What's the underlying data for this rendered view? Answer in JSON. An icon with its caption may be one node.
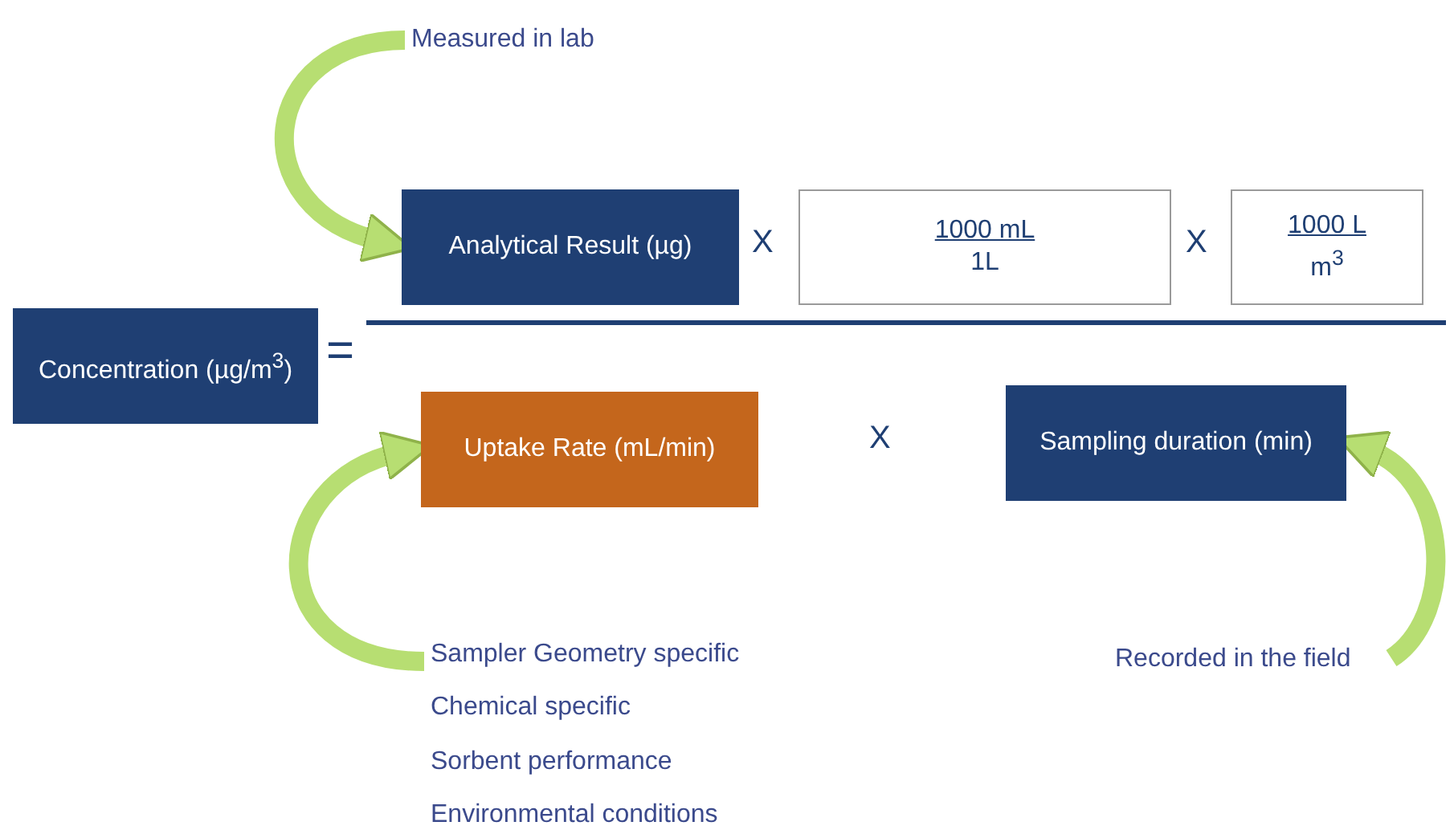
{
  "diagram": {
    "nodes": [
      {
        "text": [
          "Concentration (µg/m$^{3}$)"
        ]
      },
      {
        "text": [
          "Analytical Result (µg)"
        ]
      },
      {
        "text": [
          "1000 mL",
          "1L"
        ]
      },
      {
        "text": [
          "1000 L",
          "m$^{3}$"
        ]
      },
      {
        "text": [
          "Uptake Rate (mL/min)"
        ]
      },
      {
        "text": [
          "Sampling duration (min)"
        ]
      },
      {
        "text": [
          "Measured in lab"
        ]
      },
      {
        "text": [
          "Sampler Geometry specific",
          "Chemical specific",
          "Sorbent performance",
          "Environmental conditions"
        ]
      },
      {
        "text": [
          "Recorded in the field"
        ]
      }
    ],
    "edges": [
      {
        "from": 6,
        "to": 1,
        "arrow": "to"
      },
      {
        "from": 7,
        "to": 4,
        "arrow": "to"
      },
      {
        "from": 8,
        "to": 5,
        "arrow": "to"
      }
    ],
    "labels": [
      "X",
      "X",
      "=",
      "X"
    ]
  }
}
